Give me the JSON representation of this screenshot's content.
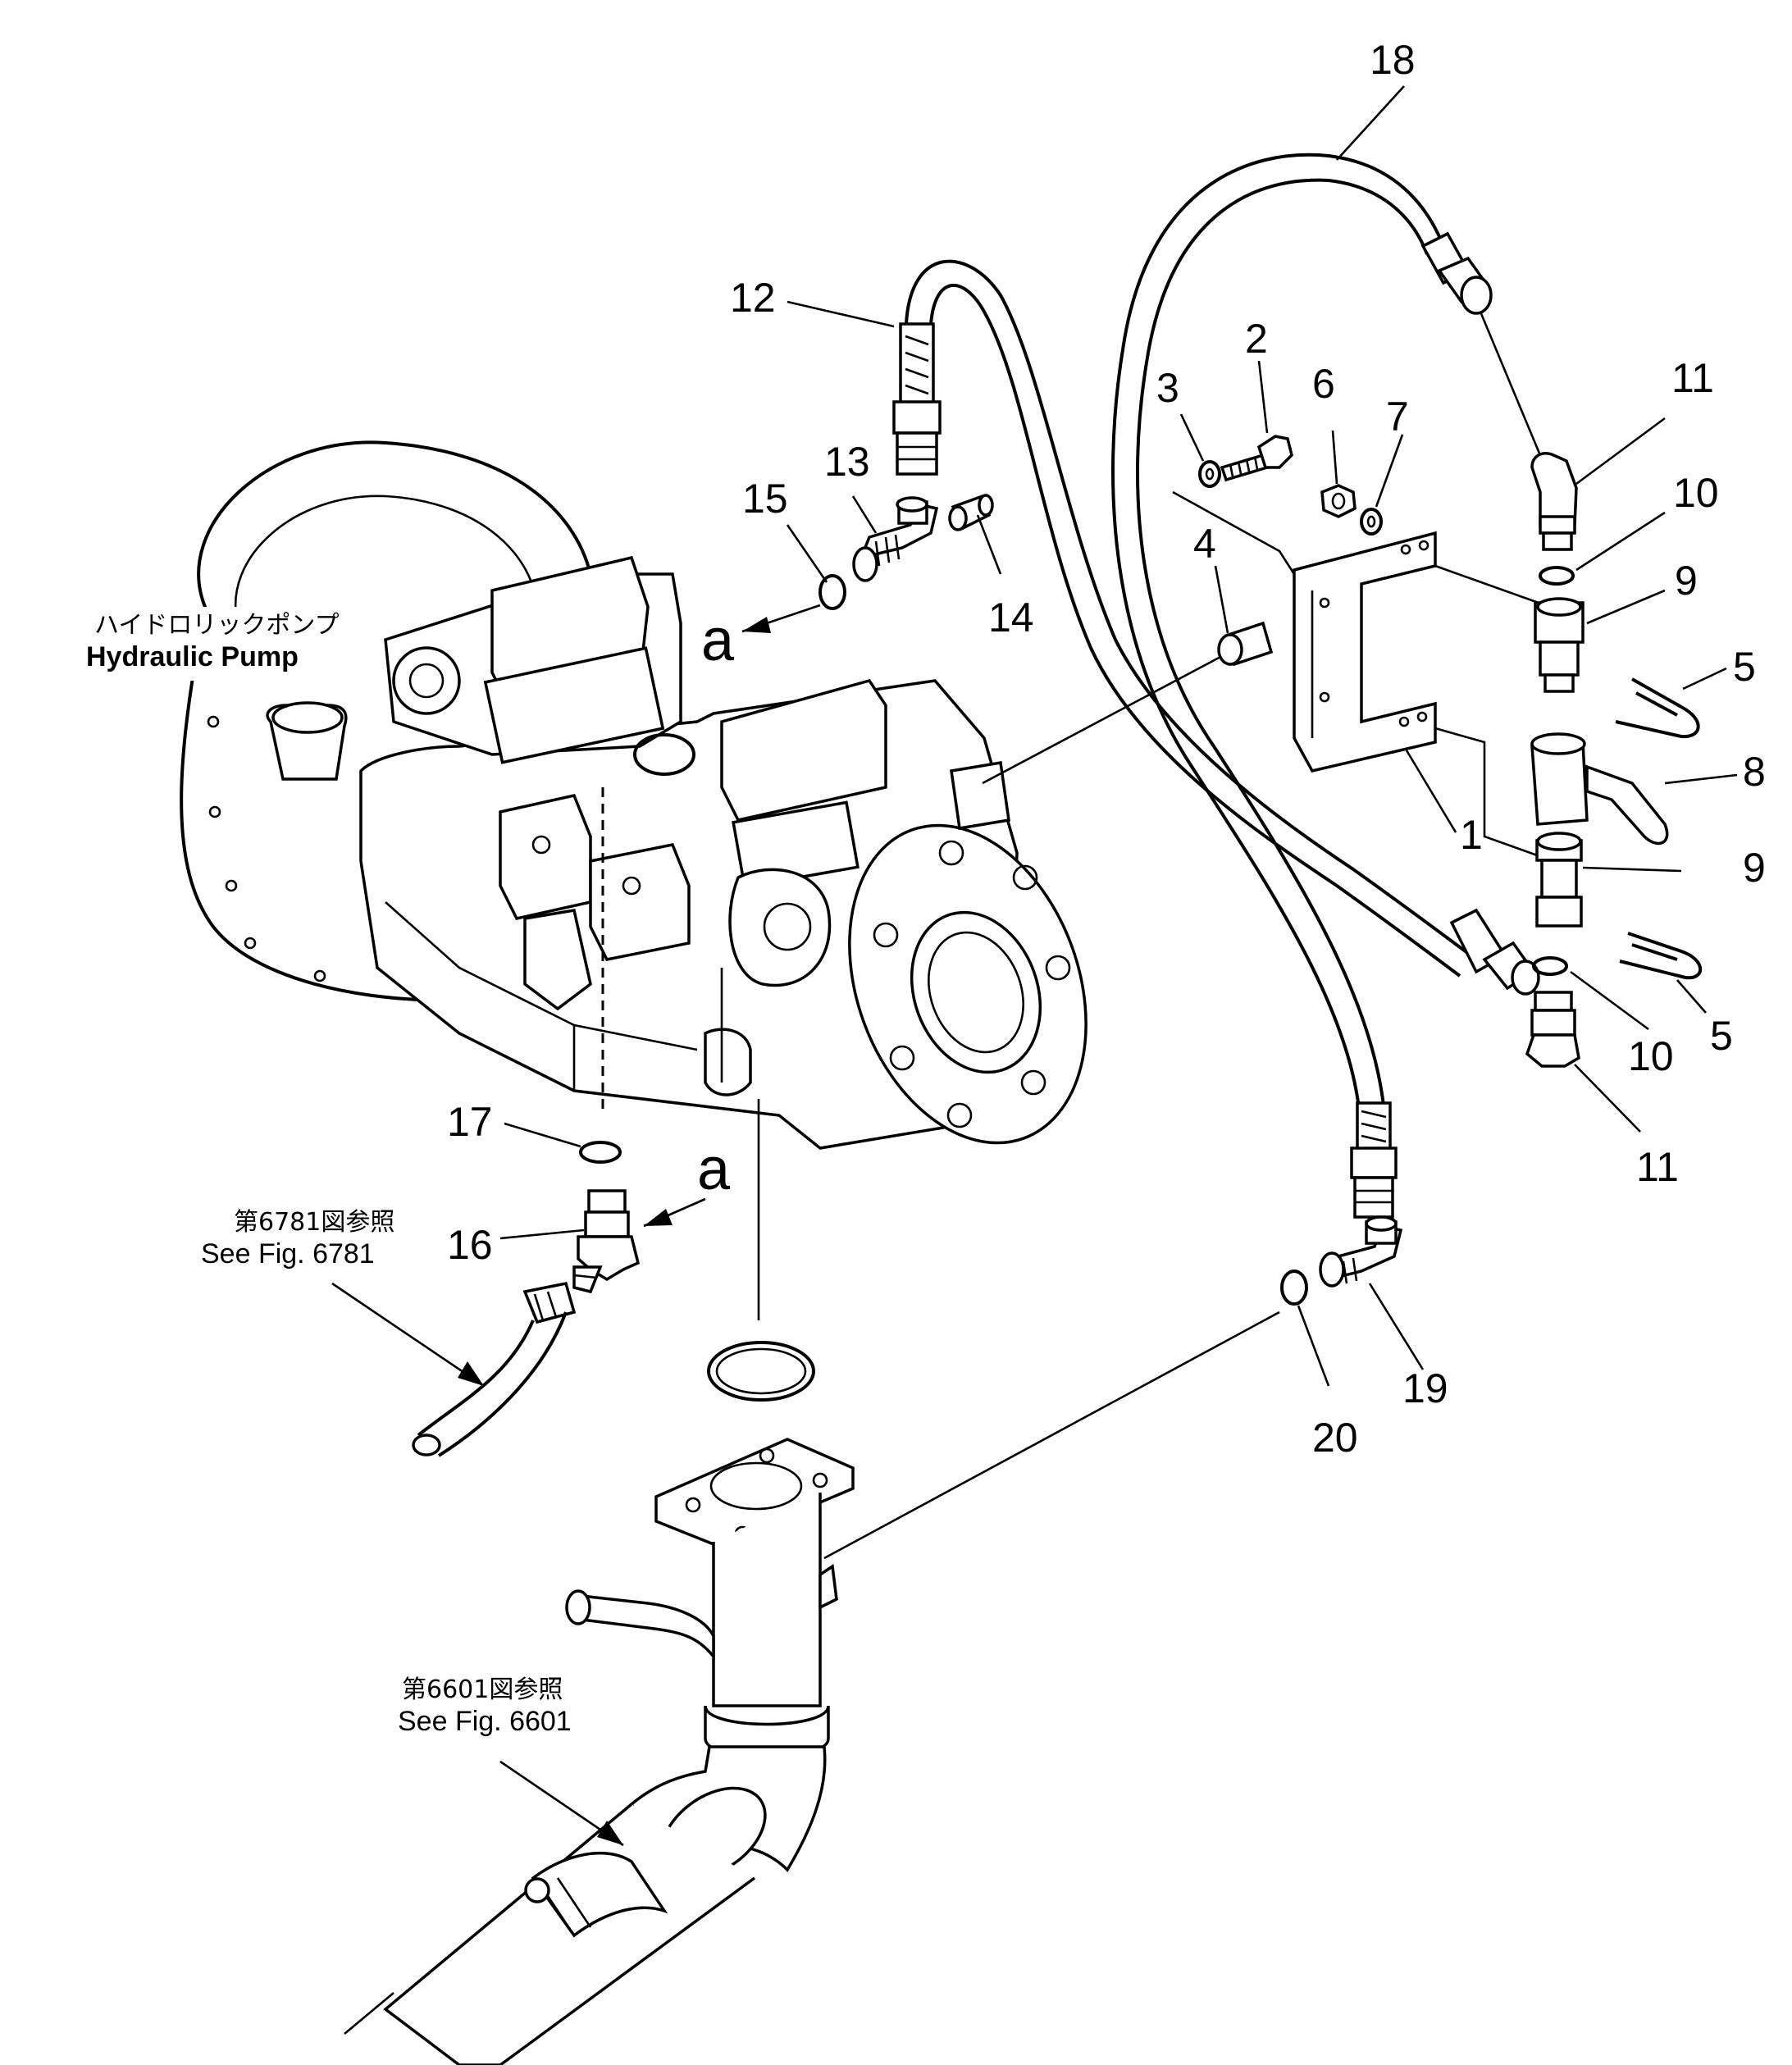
{
  "diagram": {
    "part_numbers": {
      "n1": "1",
      "n2": "2",
      "n3": "3",
      "n4": "4",
      "n5a": "5",
      "n5b": "5",
      "n6": "6",
      "n7": "7",
      "n8": "8",
      "n9a": "9",
      "n9b": "9",
      "n10a": "10",
      "n10b": "10",
      "n11a": "11",
      "n11b": "11",
      "n12": "12",
      "n13": "13",
      "n14": "14",
      "n15": "15",
      "n16": "16",
      "n17": "17",
      "n18": "18",
      "n19": "19",
      "n20": "20"
    },
    "markers": {
      "a_top": "a",
      "a_bottom": "a"
    },
    "pump_caption": {
      "jp": "ハイドロリックポンプ",
      "en": "Hydraulic Pump"
    },
    "ref_6781": {
      "jp": "第6781図参照",
      "en": "See Fig. 6781"
    },
    "ref_6601": {
      "jp": "第6601図参照",
      "en": "See Fig. 6601"
    }
  }
}
